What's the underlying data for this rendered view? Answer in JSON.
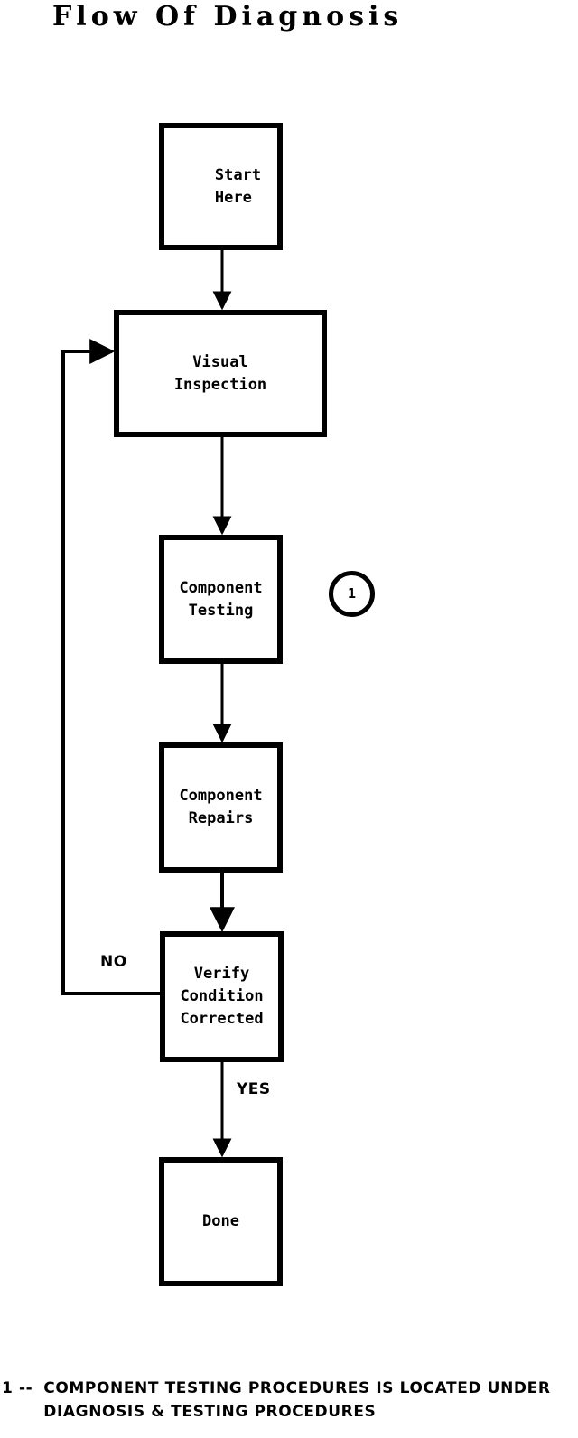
{
  "document": {
    "title": "Flow Of Diagnosis",
    "background_color": "#ffffff",
    "ink_color": "#000000"
  },
  "diagram": {
    "type": "flowchart",
    "orientation": "top-to-bottom",
    "nodes": [
      {
        "id": "start",
        "label": "Start\nHere",
        "shape": "rectangle",
        "lines": [
          "Start",
          "Here"
        ]
      },
      {
        "id": "visual",
        "label": "Visual\nInspection",
        "shape": "rectangle",
        "lines": [
          "Visual",
          "Inspection"
        ]
      },
      {
        "id": "testing",
        "label": "Component\nTesting",
        "shape": "rectangle",
        "lines": [
          "Component",
          "Testing"
        ]
      },
      {
        "id": "repairs",
        "label": "Component\nRepairs",
        "shape": "rectangle",
        "lines": [
          "Component",
          "Repairs"
        ]
      },
      {
        "id": "verify",
        "label": "Verify\nCondition\nCorrected",
        "shape": "rectangle",
        "lines": [
          "Verify",
          "Condition",
          "Corrected"
        ]
      },
      {
        "id": "done",
        "label": "Done",
        "shape": "rectangle",
        "lines": [
          "Done"
        ]
      }
    ],
    "reference_markers": [
      {
        "id": "ref-1",
        "label": "1",
        "shape": "circle",
        "attached_to": "testing"
      }
    ],
    "edges": [
      {
        "from": "start",
        "to": "visual",
        "label": ""
      },
      {
        "from": "visual",
        "to": "testing",
        "label": ""
      },
      {
        "from": "testing",
        "to": "repairs",
        "label": ""
      },
      {
        "from": "repairs",
        "to": "verify",
        "label": ""
      },
      {
        "from": "verify",
        "to": "visual",
        "label": "NO"
      },
      {
        "from": "verify",
        "to": "done",
        "label": "YES"
      }
    ],
    "edge_labels": {
      "no": "NO",
      "yes": "YES"
    }
  },
  "footnote": {
    "marker": "1 --",
    "lines": [
      "COMPONENT TESTING PROCEDURES IS LOCATED UNDER",
      "DIAGNOSIS & TESTING PROCEDURES"
    ]
  }
}
